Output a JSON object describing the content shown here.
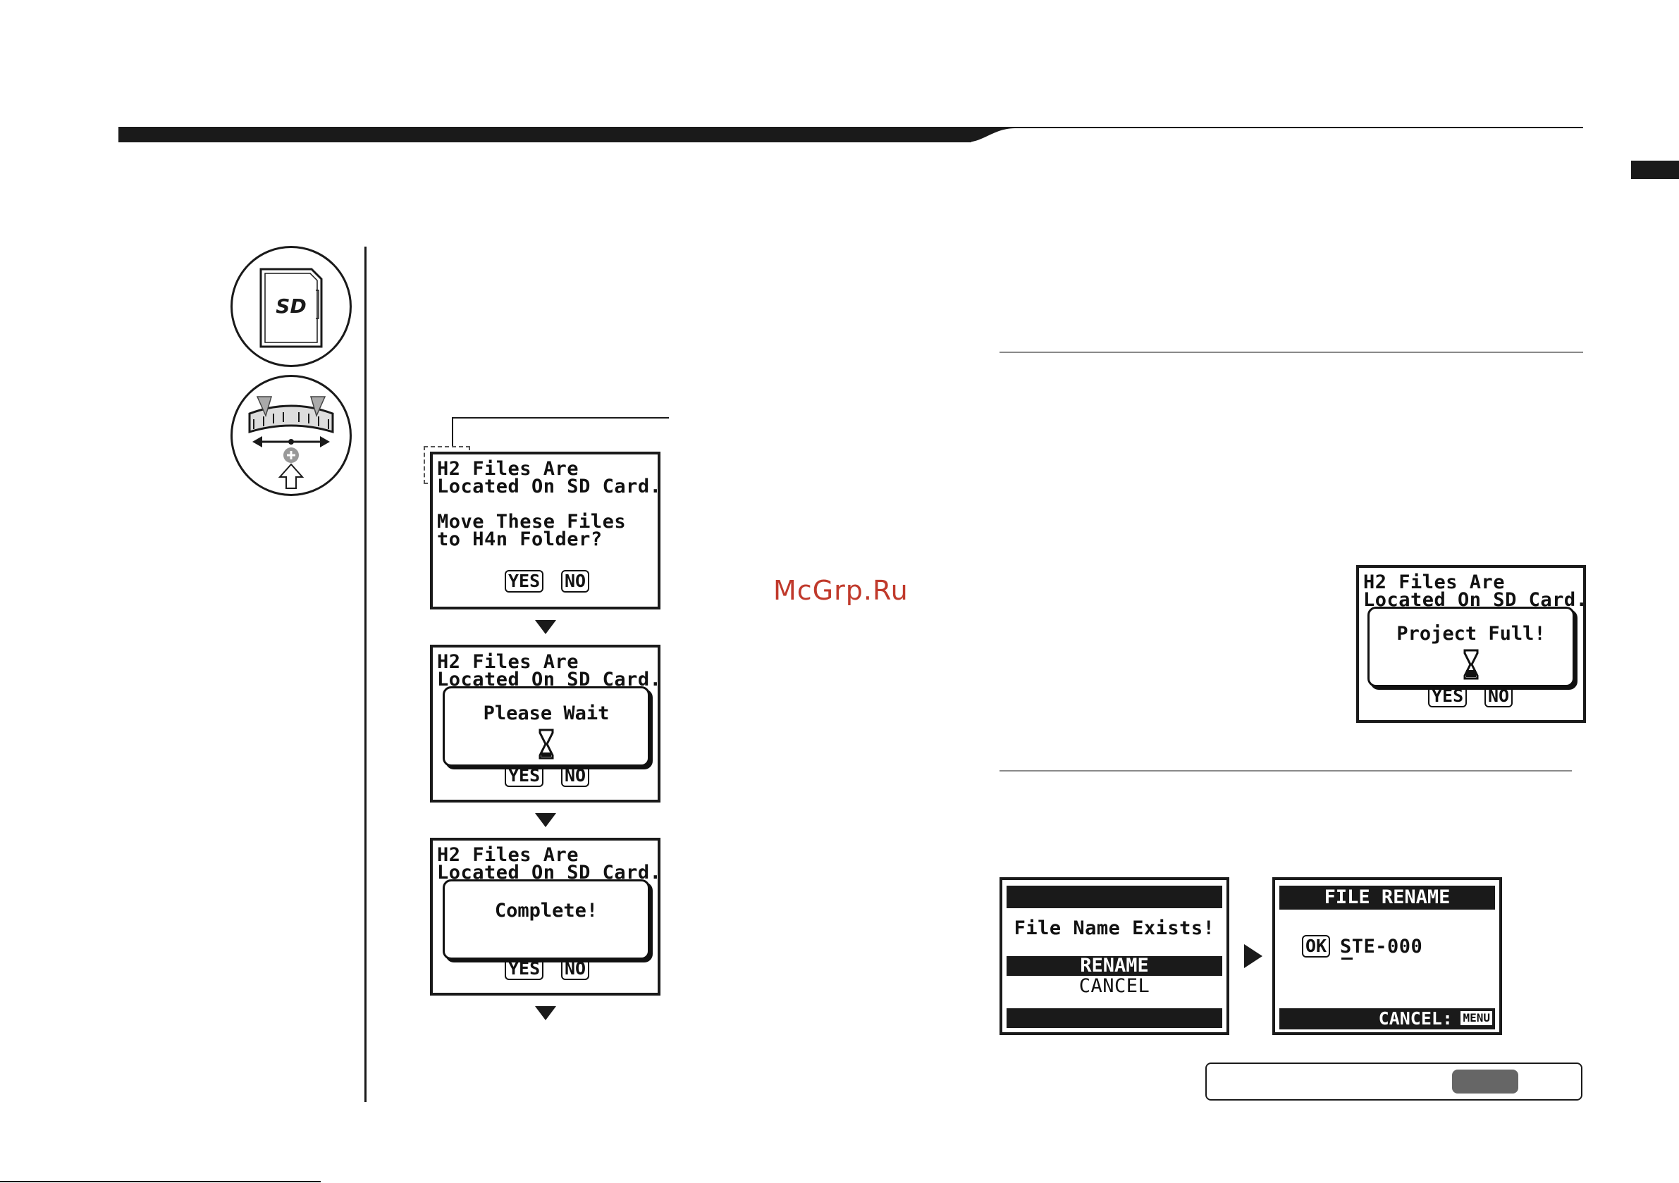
{
  "watermark": "McGrp.Ru",
  "icons": {
    "sd_card": "sd-card-icon",
    "jog_dial": "jog-dial-icon",
    "sd_logo_text": "SD"
  },
  "screen1": {
    "line1": "H2 Files Are",
    "line2": "Located On SD Card.",
    "line3": "Move These Files",
    "line4": "to H4n Folder?",
    "yes": "YES",
    "no": "NO"
  },
  "screen2": {
    "line1": "H2 Files Are",
    "line2": "Located On SD Card.",
    "popup": "Please Wait",
    "yes": "YES",
    "no": "NO"
  },
  "screen3": {
    "line1": "H2 Files Are",
    "line2": "Located On SD Card.",
    "popup": "Complete!",
    "yes": "YES",
    "no": "NO"
  },
  "screen4": {
    "line1": "H2 Files Are",
    "line2": "Located On SD Card.",
    "popup": "Project Full!",
    "yes": "YES",
    "no": "NO"
  },
  "screen5": {
    "message": "File Name Exists!",
    "option_rename": "RENAME",
    "option_cancel": "CANCEL"
  },
  "screen6": {
    "title": "FILE RENAME",
    "ok": "OK",
    "filename": "STE-000",
    "cancel_label": "CANCEL:",
    "menu_key": "MENU"
  }
}
